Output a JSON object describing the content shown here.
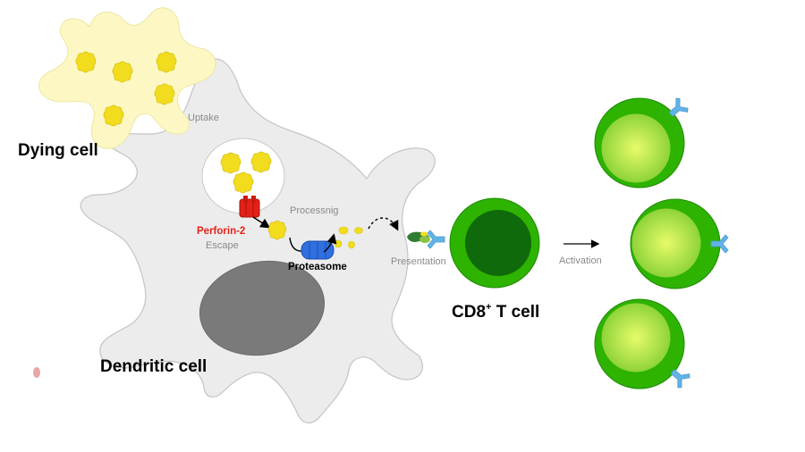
{
  "labels": {
    "dying_cell": "Dying cell",
    "uptake": "Uptake",
    "perforin": "Perforin-2",
    "escape": "Escape",
    "processing": "Processnig",
    "proteasome": "Proteasome",
    "presentation": "Presentation",
    "dendritic_cell": "Dendritic cell",
    "cd8_prefix": "CD8",
    "cd8_sup": "+",
    "cd8_suffix": " T cell",
    "activation": "Activation"
  },
  "colors": {
    "dying_cell_fill": "#fdf8c3",
    "antigen_fill": "#f1dd1e",
    "dendritic_fill": "#ececec",
    "nucleus_fill": "#7a7a7a",
    "perforin_red": "#e32119",
    "proteasome_blue": "#2f6fe0",
    "tcell_outer": "#2db300",
    "tcell_inner": "#0f6a0b",
    "activated_inner": "#b3e84c",
    "receptor_blue": "#62b3e6",
    "mhc_green": "#2e7d32"
  }
}
